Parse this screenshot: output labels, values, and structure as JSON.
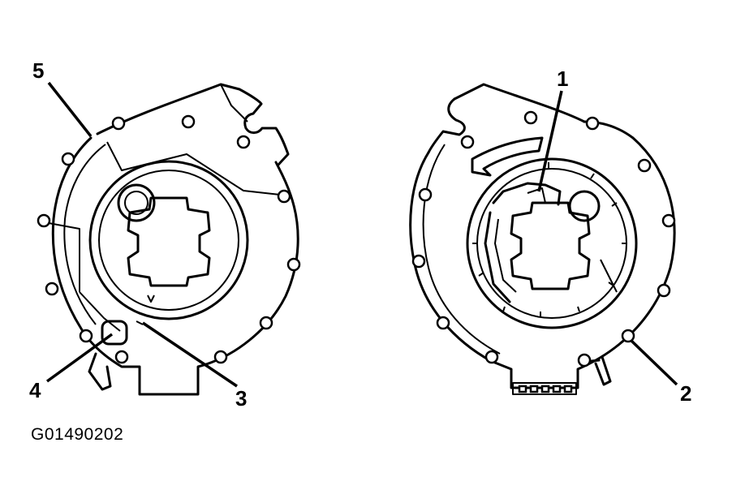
{
  "figure_id": "G01490202",
  "callouts": {
    "c1": "1",
    "c2": "2",
    "c3": "3",
    "c4": "4",
    "c5": "5"
  },
  "colors": {
    "line": "#000000",
    "background": "#ffffff"
  }
}
